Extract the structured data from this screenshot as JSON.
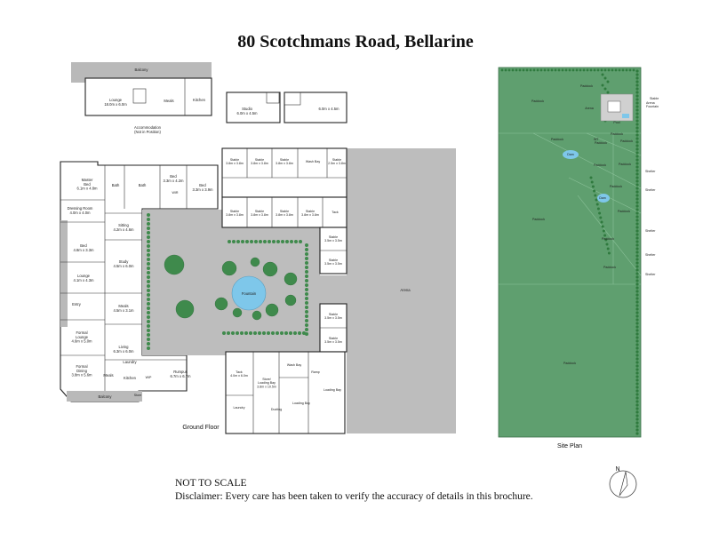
{
  "title": "80 Scotchmans Road, Bellarine",
  "accommodation": {
    "balcony": "Balcony",
    "lounge": "Lounge\n18.0m x 6.0m",
    "meals": "Meals",
    "kitchen": "Kitchen",
    "caption": "Accommodation\n(Not in Position)",
    "studio": "Studio\n6.0m x 4.5m",
    "room2": "6.0m x 4.5m"
  },
  "house": {
    "master_bed": "Master\nBed\n6.1m x 4.8m",
    "dressing": "Dressing Room\n4.0m x 4.0m",
    "bath1": "Bath",
    "bath2": "Bath",
    "bed_a": "Bed\n4.8m x 3.3m",
    "lounge": "Lounge\n4.1m x 4.3m",
    "entry": "Entry",
    "formal_lounge": "Formal\nLounge\n4.6m x 5.0m",
    "formal_dining": "Formal\nDining\n3.8m x 5.6m",
    "sitting": "Sitting\n4.2m x 4.6m",
    "study": "Study\n4.5m x 6.0m",
    "meals": "Meals\n4.5m x 3.1m",
    "living": "Living\n6.3m x 6.0m",
    "bed_b": "Bed\n3.3m x 4.2m",
    "bed_c": "Bed\n3.3m x 3.9m",
    "wir": "WIR",
    "laundry": "Laundry",
    "kitchen": "Kitchen",
    "meals2": "Meals",
    "wip": "WIP",
    "store": "Store",
    "rumpus": "Rumpus\n6.7m x 6.7m",
    "balcony": "Balcony"
  },
  "courtyard": {
    "fountain": "Fountain",
    "arena": "Arena"
  },
  "stables": {
    "top_row": [
      "Stable\n3.8m x 3.8m",
      "Stable\n3.8m x 3.8m",
      "Stable\n3.8m x 3.8m",
      "Wash Bay",
      "Stable\n2.5m x 3.8m"
    ],
    "mid_row": [
      "Stable\n3.8m x 3.8m",
      "Stable\n3.8m x 3.8m",
      "Stable\n3.8m x 3.8m",
      "Stable\n3.8m x 3.8m",
      "Tack"
    ],
    "right_col": [
      "Stable\n3.5m x 3.5m",
      "Stable\n3.5m x 3.5m"
    ],
    "lower_right": [
      "Stable\n3.5m x 3.5m",
      "Stable\n3.5m x 3.5m"
    ],
    "tack2": "Tack\n4.0m x 6.0m",
    "store_loading": "Store/\nLoading Bay\n3.8m x 10.5m",
    "wash_bay2": "Wash Bay",
    "ramp": "Ramp",
    "loading_bay": "Loading Bay",
    "loading_bay2": "Loading Bay",
    "laundry": "Laundry",
    "ducting": "Ducting"
  },
  "ground_floor_label": "Ground Floor",
  "site_plan": {
    "label": "Site Plan",
    "paddocks": [
      "Paddock",
      "Paddock",
      "Paddock",
      "Paddock",
      "Paddock",
      "Paddock",
      "Paddock",
      "Paddock",
      "Paddock",
      "Paddock",
      "Paddock",
      "Paddock",
      "Paddock",
      "Paddock"
    ],
    "dam": "Dam",
    "arena": "Arena",
    "pool": "Pool",
    "stable": "Stable",
    "fountain": "Arena\nFountain",
    "shelters": [
      "Shelter",
      "Shelter",
      "Shelter",
      "Shelter",
      "Shelter"
    ],
    "wt": "WT"
  },
  "compass": "N",
  "footer": {
    "not_to_scale": "NOT TO SCALE",
    "disclaimer": "Disclaimer: Every care has been taken to verify the accuracy of details in this brochure."
  },
  "colors": {
    "grass": "#5f9f6f",
    "tree": "#3f8a4c",
    "fountain": "#7ec7ea",
    "paving": "#bdbdbd"
  }
}
